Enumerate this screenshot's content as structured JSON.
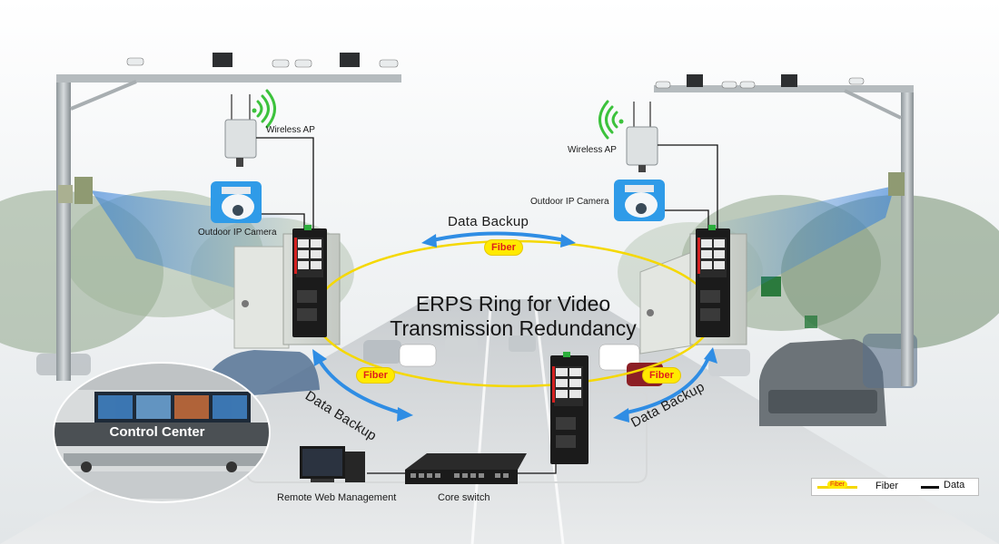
{
  "title_line1": "ERPS Ring for Video",
  "title_line2": "Transmission Redundancy",
  "labels": {
    "wireless_ap_left": "Wireless AP",
    "wireless_ap_right": "Wireless AP",
    "outdoor_camera_left": "Outdoor IP Camera",
    "outdoor_camera_right": "Outdoor IP Camera",
    "control_center": "Control Center",
    "remote_web_management": "Remote Web Management",
    "core_switch": "Core switch"
  },
  "data_backup": {
    "top": "Data Backup",
    "left": "Data Backup",
    "right": "Data Backup"
  },
  "fiber_tags": {
    "top": "Fiber",
    "left": "Fiber",
    "right": "Fiber"
  },
  "legend": {
    "fiber_tag": "Fiber",
    "fiber_label": "Fiber",
    "data_label": "Data"
  },
  "colors": {
    "fiber_ring": "#f5d800",
    "fiber_tag_bg": "#ffea00",
    "fiber_tag_text": "#e0201a",
    "backup_arrow": "#2f8de4",
    "data_line": "#111111",
    "switch_body": "#1b1b1b",
    "switch_accent": "#d42020",
    "camera_beam": "#4a8fd8",
    "wifi_signal": "#3cc23c"
  },
  "icons": [
    "wifi-signal-icon",
    "wireless-ap-icon",
    "dome-camera-icon",
    "bullet-camera-icon",
    "floodlight-icon",
    "industrial-switch-icon",
    "core-switch-icon",
    "computer-icon",
    "control-center-photo"
  ]
}
